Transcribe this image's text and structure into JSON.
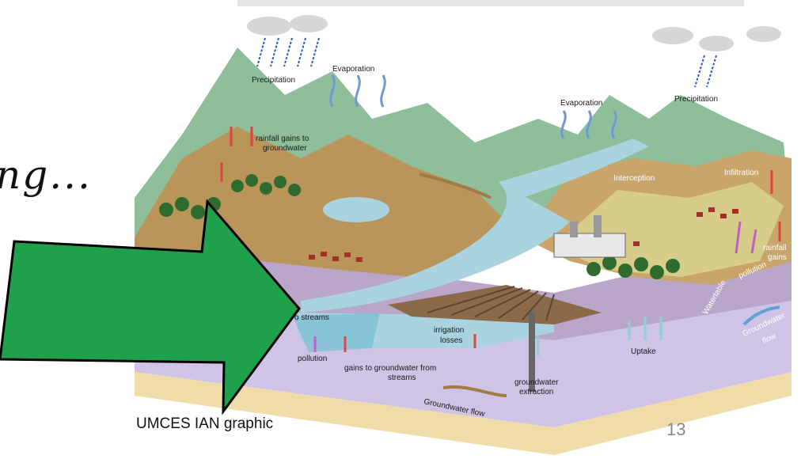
{
  "slide": {
    "heading_fragment": "ng...",
    "credit": "UMCES IAN graphic",
    "page_number": "13"
  },
  "diagram": {
    "labels": {
      "precipitation_left": "Precipitation",
      "evaporation_left": "Evaporation",
      "evaporation_mid": "Evaporation",
      "precipitation_right": "Precipitation",
      "rainfall_gains_1": "rainfall gains to",
      "rainfall_gains_2": "groundwater",
      "interception": "Interception",
      "infiltration": "Infiltration",
      "rainfall_gains_r1": "rainfall",
      "rainfall_gains_r2": "gains",
      "pollution_right": "pollution",
      "watertable": "Watertable",
      "groundwater_flow_r1": "Groundwater",
      "groundwater_flow_r2": "flow",
      "to_streams": "o streams",
      "irrigation_1": "irrigation",
      "irrigation_2": "losses",
      "pollution_left": "pollution",
      "gains_streams_1": "gains to groundwater from",
      "gains_streams_2": "streams",
      "extraction_1": "groundwater",
      "extraction_2": "extraction",
      "uptake": "Uptake",
      "groundwater_flow_bottom": "Groundwater flow"
    }
  },
  "colors": {
    "arrow_green": "#1ea14a",
    "water": "#a9d3df",
    "ground": "#c9b88a"
  }
}
